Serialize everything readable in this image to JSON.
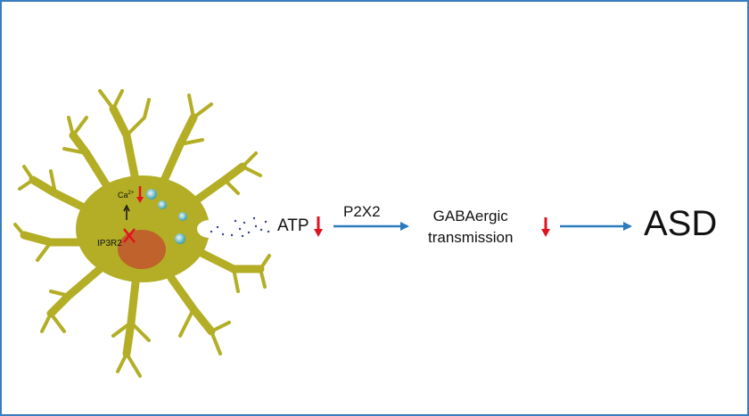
{
  "cell": {
    "ca_label": "Ca",
    "ca_sup": "2+",
    "receptor_label": "IP3R2"
  },
  "pathway": {
    "atp": "ATP",
    "receptor": "P2X2",
    "gaba_line1": "GABAergic",
    "gaba_line2": "transmission",
    "outcome": "ASD"
  },
  "colors": {
    "cell": "#b3ae25",
    "nucleus": "#c0622b",
    "arrow": "#2b7bbd",
    "decrease": "#e0141e",
    "frame": "#3a7cc0"
  }
}
